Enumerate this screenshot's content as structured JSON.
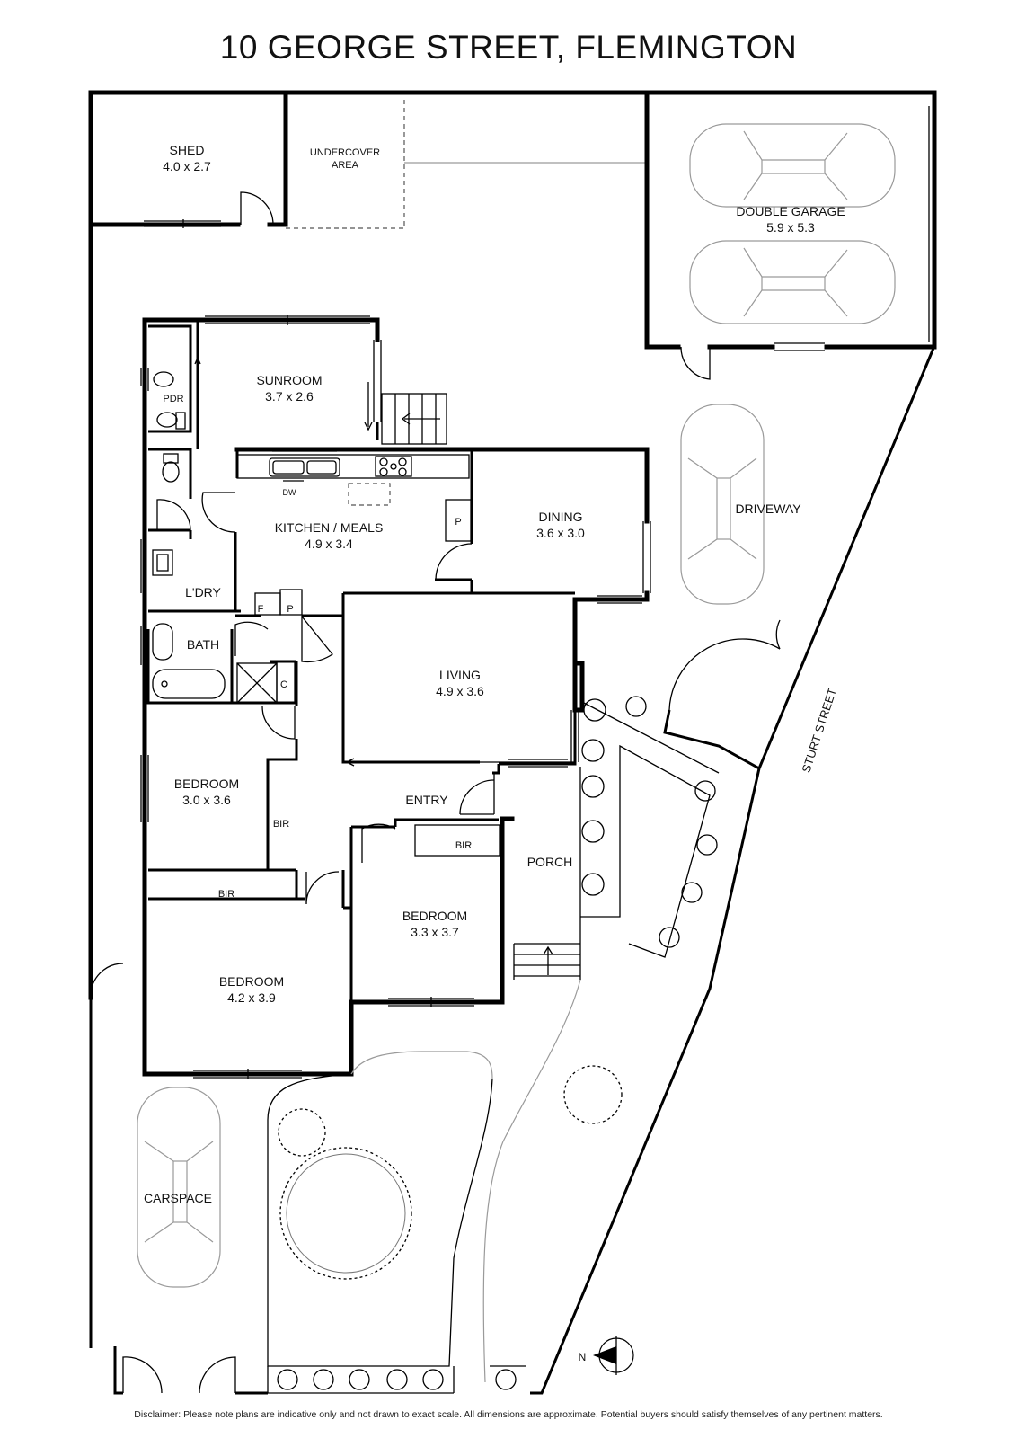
{
  "title": "10 GEORGE STREET, FLEMINGTON",
  "disclaimer": "Disclaimer: Please note plans are indicative only and not drawn to exact scale. All dimensions are approximate. Potential buyers should satisfy themselves of any pertinent matters.",
  "rooms": {
    "shed": {
      "name": "SHED",
      "dims": "4.0 x 2.7"
    },
    "undercover": {
      "line1": "UNDERCOVER",
      "line2": "AREA"
    },
    "garage": {
      "name": "DOUBLE GARAGE",
      "dims": "5.9 x 5.3"
    },
    "sunroom": {
      "name": "SUNROOM",
      "dims": "3.7 x 2.6"
    },
    "pdr": "PDR",
    "kitchen": {
      "name": "KITCHEN / MEALS",
      "dims": "4.9 x 3.4"
    },
    "dw": "DW",
    "pantry1": "P",
    "pantry2": "P",
    "fridge": "F",
    "dining": {
      "name": "DINING",
      "dims": "3.6 x 3.0"
    },
    "laundry": "L'DRY",
    "bath": "BATH",
    "cupboard": "C",
    "living": {
      "name": "LIVING",
      "dims": "4.9 x 3.6"
    },
    "driveway": "DRIVEWAY",
    "street": "STURT STREET",
    "bedroom1": {
      "name": "BEDROOM",
      "dims": "3.0 x 3.6"
    },
    "bir1": "BIR",
    "entry": "ENTRY",
    "bir2": "BIR",
    "porch": "PORCH",
    "bir3": "BIR",
    "bedroom2": {
      "name": "BEDROOM",
      "dims": "3.3 x 3.7"
    },
    "bedroom3": {
      "name": "BEDROOM",
      "dims": "4.2 x 3.9"
    },
    "carspace": "CARSPACE"
  },
  "compass": {
    "label": "N"
  }
}
